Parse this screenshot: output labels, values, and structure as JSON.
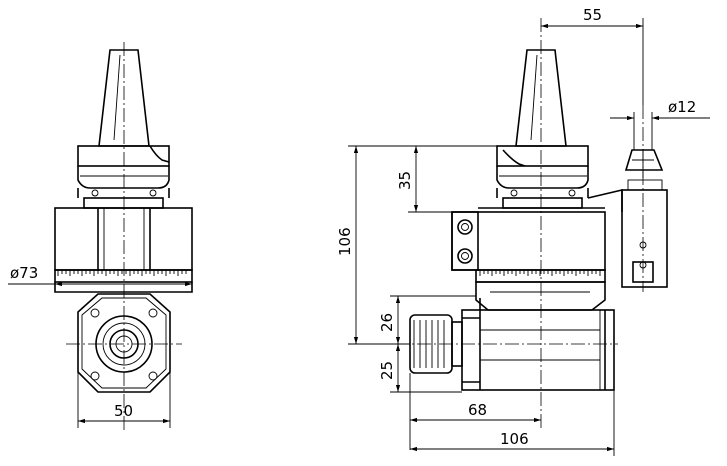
{
  "front_view": {
    "diameter_label": "ø73",
    "width_label": "50"
  },
  "side_view": {
    "offset_top_label": "55",
    "pin_diameter_label": "ø12",
    "height_35_label": "35",
    "height_106_label": "106",
    "height_26_label": "26",
    "height_25_label": "25",
    "length_68_label": "68",
    "length_106_label": "106"
  }
}
